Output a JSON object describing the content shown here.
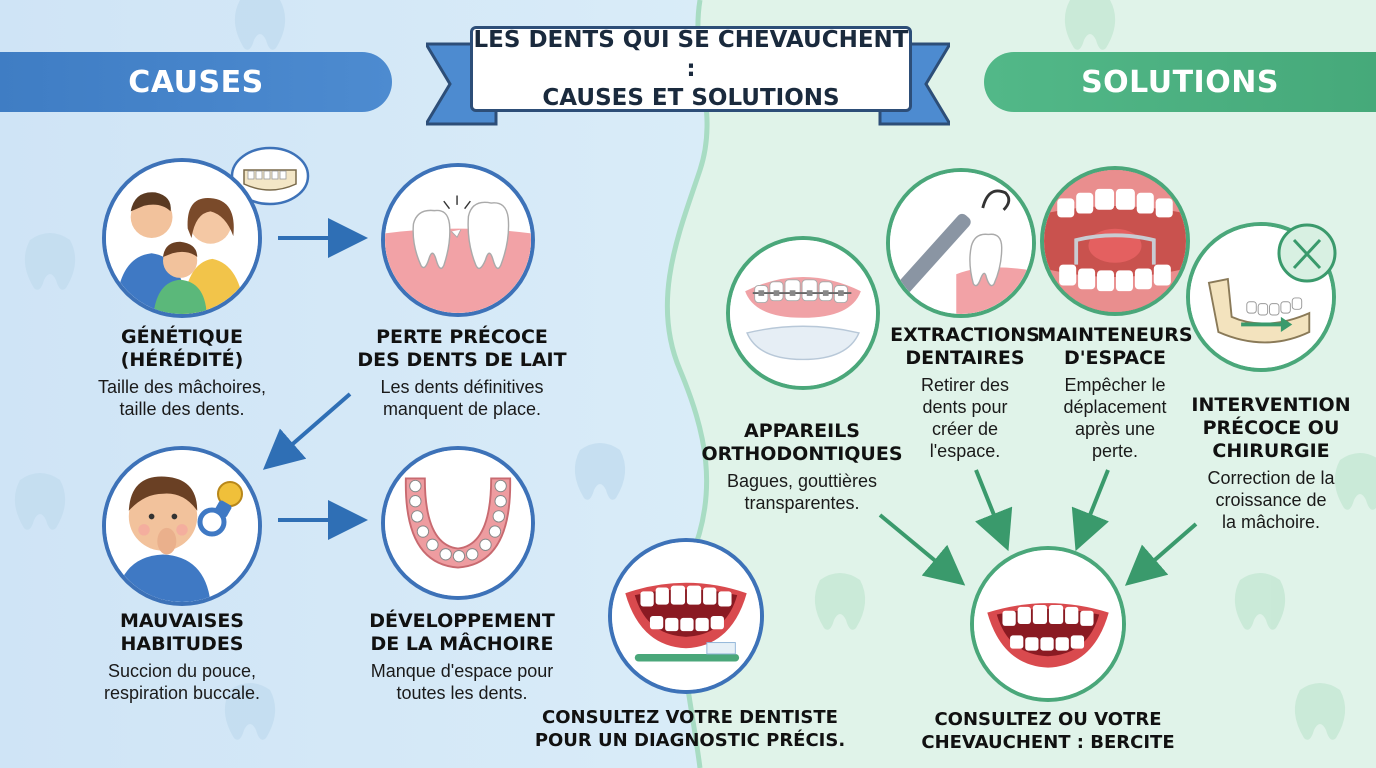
{
  "title": {
    "line1": "LES DENTS QUI SE CHEVAUCHENT :",
    "line2": "CAUSES ET SOLUTIONS"
  },
  "causes_header": "CAUSES",
  "solutions_header": "SOLUTIONS",
  "causes": [
    {
      "title1": "GÉNÉTIQUE",
      "title2": "(HÉRÉDITÉ)",
      "desc1": "Taille des mâchoires,",
      "desc2": "taille des dents."
    },
    {
      "title1": "PERTE PRÉCOCE",
      "title2": "DES DENTS DE LAIT",
      "desc1": "Les dents définitives",
      "desc2": "manquent de place."
    },
    {
      "title1": "MAUVAISES",
      "title2": "HABITUDES",
      "desc1": "Succion du pouce,",
      "desc2": "respiration buccale."
    },
    {
      "title1": "DÉVELOPPEMENT",
      "title2": "DE LA MÂCHOIRE",
      "desc1": "Manque d'espace pour",
      "desc2": "toutes les dents."
    }
  ],
  "solutions": [
    {
      "title1": "APPAREILS",
      "title2": "ORTHODONTIQUES",
      "desc1": "Bagues, gouttières",
      "desc2": "transparentes."
    },
    {
      "title1": "EXTRACTIONS",
      "title2": "DENTAIRES",
      "desc1": "Retirer des",
      "desc2": "dents pour",
      "desc3": "créer de",
      "desc4": "l'espace."
    },
    {
      "title1": "MAINTENEURS",
      "title2": "D'ESPACE",
      "desc1": "Empêcher le",
      "desc2": "déplacement",
      "desc3": "après une",
      "desc4": "perte."
    },
    {
      "title1": "INTERVENTION",
      "title2": "PRÉCOCE OU",
      "title3": "CHIRURGIE",
      "desc1": "Correction de la",
      "desc2": "croissance de",
      "desc3": "la mâchoire."
    }
  ],
  "cta_left": {
    "line1": "CONSULTEZ VOTRE DENTISTE",
    "line2": "POUR UN DIAGNOSTIC PRÉCIS."
  },
  "cta_right": {
    "line1": "CONSULTEZ OU VOTRE",
    "line2": "CHEVAUCHENT : BERCITE"
  },
  "colors": {
    "causes_blue": "#3f7dc4",
    "solutions_green": "#4aa77a",
    "left_bg": "#d4e9f7",
    "right_bg": "#dcf2e6"
  }
}
